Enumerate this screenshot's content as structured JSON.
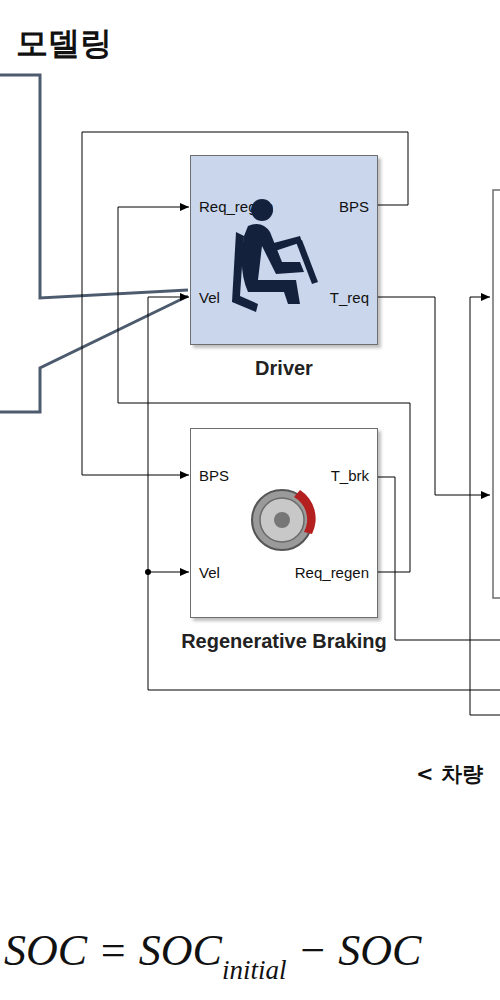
{
  "diagram": {
    "title": "모델링",
    "caption": "< 차량",
    "nodes": [
      {
        "text": [
          "Req_regen",
          "BPS",
          "Vel",
          "T_req",
          "Driver"
        ]
      },
      {
        "text": [
          "BPS",
          "T_brk",
          "Vel",
          "Req_regen",
          "Regenerative Braking"
        ]
      }
    ],
    "edges": [
      {
        "from": 0,
        "to": 1,
        "arrow": "to"
      },
      {
        "from": 1,
        "to": 0,
        "arrow": "to"
      }
    ],
    "labels": [
      "SOC = SOC",
      "initial",
      " − SOC"
    ]
  }
}
